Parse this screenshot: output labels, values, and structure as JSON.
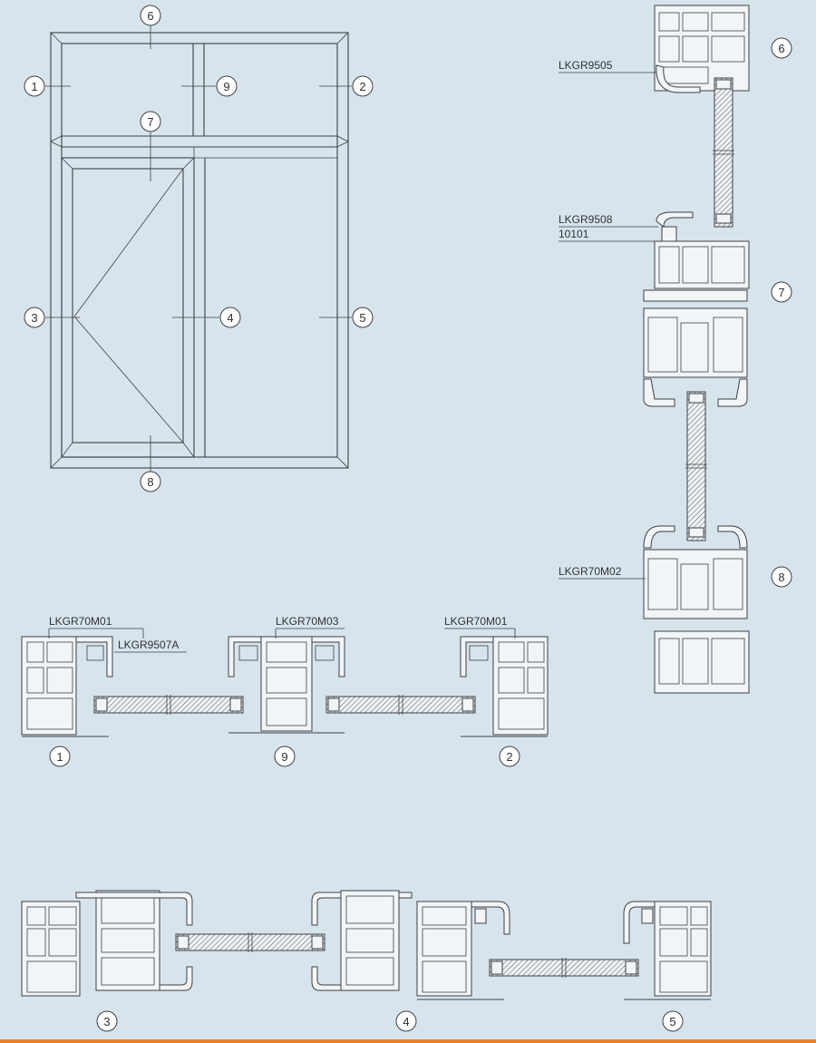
{
  "callouts": {
    "c1": "1",
    "c2": "2",
    "c3": "3",
    "c4": "4",
    "c5": "5",
    "c6": "6",
    "c7": "7",
    "c8": "8",
    "c9": "9"
  },
  "profiles": {
    "lkgr9505": "LKGR9505",
    "lkgr9508": "LKGR9508",
    "p10101": "10101",
    "lkgr70m02": "LKGR70M02",
    "lkgr70m01": "LKGR70M01",
    "lkgr9507a": "LKGR9507A",
    "lkgr70m03": "LKGR70M03"
  },
  "colors": {
    "background": "#d8e4ec",
    "line": "#3c4046",
    "accent_bar": "#e8802a"
  }
}
